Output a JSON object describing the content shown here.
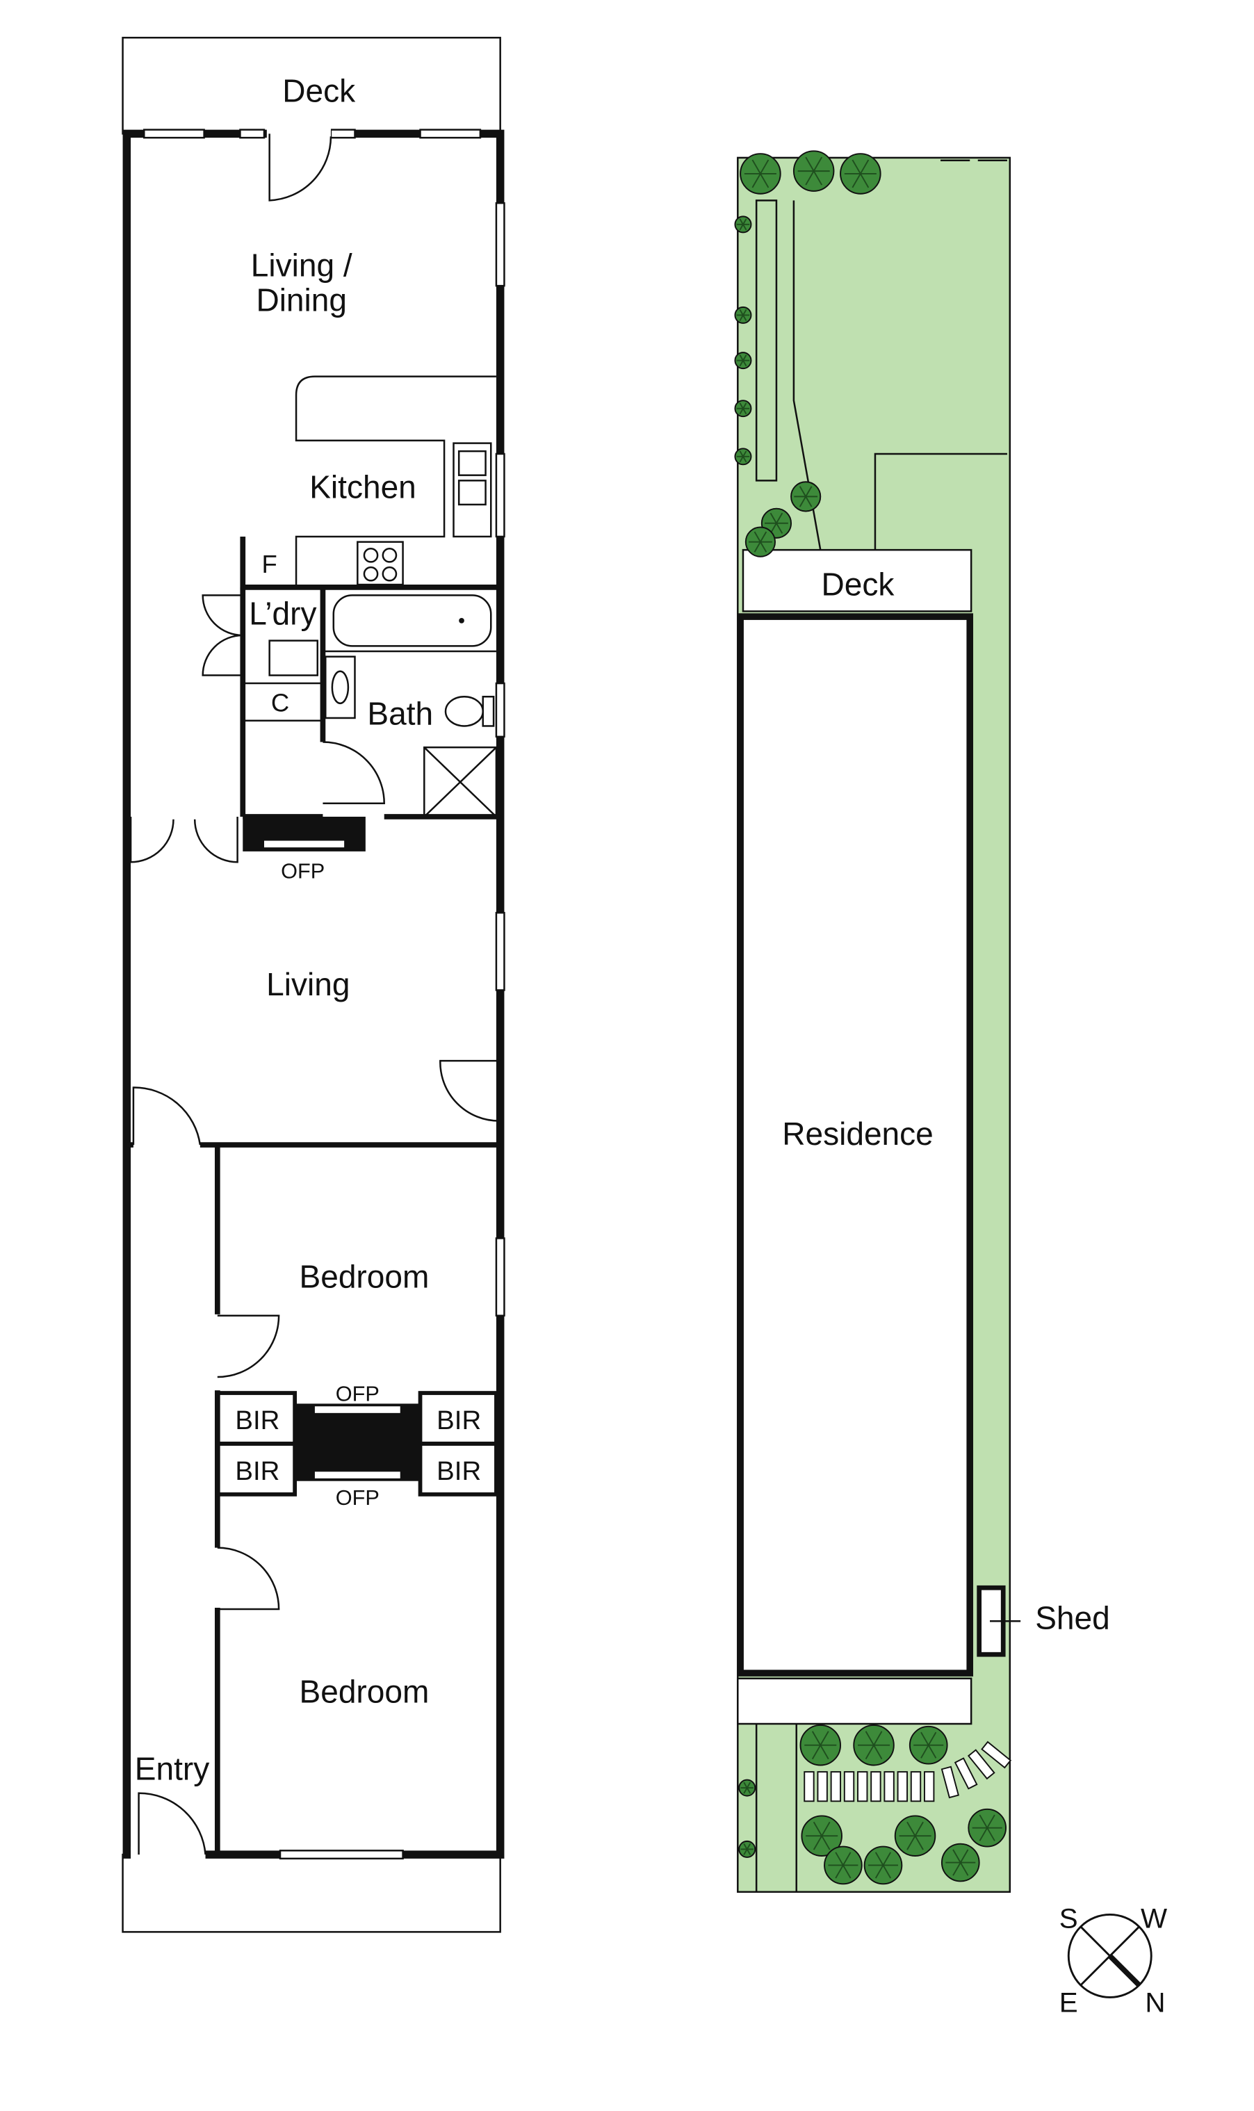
{
  "floor_plan": {
    "rooms": {
      "deck": "Deck",
      "living_dining_1": "Living /",
      "living_dining_2": "Dining",
      "kitchen": "Kitchen",
      "fridge": "F",
      "laundry": "L’dry",
      "cupboard": "C",
      "bath": "Bath",
      "ofp_living": "OFP",
      "living": "Living",
      "bedroom_1": "Bedroom",
      "ofp_1": "OFP",
      "bir_1": "BIR",
      "bir_2": "BIR",
      "bir_3": "BIR",
      "bir_4": "BIR",
      "ofp_2": "OFP",
      "bedroom_2": "Bedroom",
      "entry": "Entry"
    }
  },
  "site_plan": {
    "deck": "Deck",
    "residence": "Residence",
    "shed": "Shed",
    "lawn_color": "#bfe0b0",
    "tree_color": "#3d8a3a"
  },
  "compass": {
    "s": "S",
    "w": "W",
    "e": "E",
    "n": "N"
  }
}
